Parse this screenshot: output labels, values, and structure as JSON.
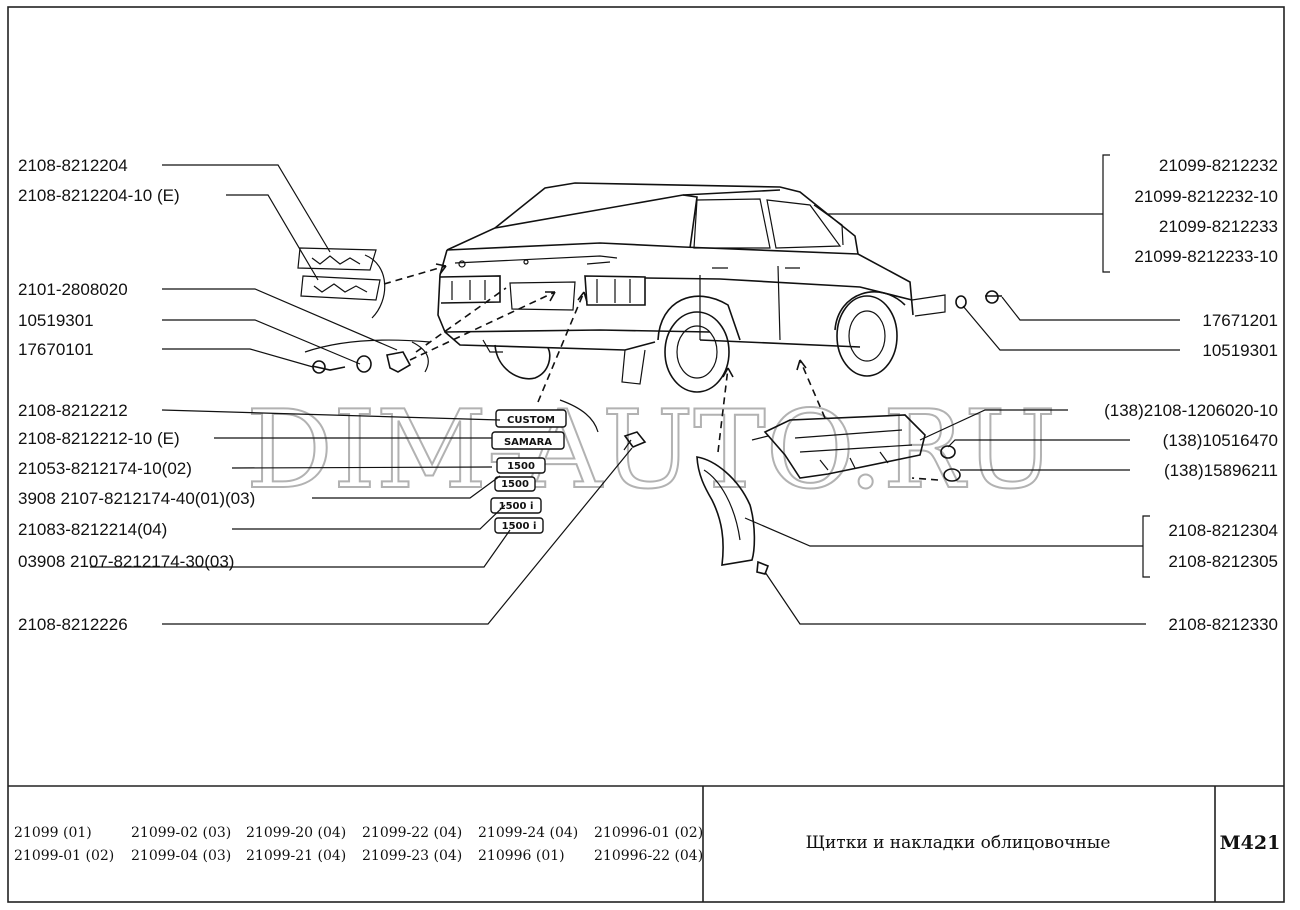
{
  "watermark": "DIM-AUTO.RU",
  "title": "Щитки и накладки облицовочные",
  "sheet_code": "M421",
  "left_labels": [
    {
      "id": "l1",
      "text": "2108-8212204"
    },
    {
      "id": "l2",
      "text": "2108-8212204-10 (E)"
    },
    {
      "id": "l3",
      "text": "2101-2808020"
    },
    {
      "id": "l4",
      "text": "10519301"
    },
    {
      "id": "l5",
      "text": "17670101"
    },
    {
      "id": "l6",
      "text": "2108-8212212"
    },
    {
      "id": "l7",
      "text": "2108-8212212-10 (E)"
    },
    {
      "id": "l8",
      "text": "21053-8212174-10(02)"
    },
    {
      "id": "l9",
      "text": "3908  2107-8212174-40(01)(03)"
    },
    {
      "id": "l10",
      "text": "21083-8212214(04)"
    },
    {
      "id": "l11",
      "text": "03908  2107-8212174-30(03)"
    },
    {
      "id": "l12",
      "text": "2108-8212226"
    }
  ],
  "right_labels": [
    {
      "id": "r1",
      "text": "21099-8212232"
    },
    {
      "id": "r2",
      "text": "21099-8212232-10"
    },
    {
      "id": "r3",
      "text": "21099-8212233"
    },
    {
      "id": "r4",
      "text": "21099-8212233-10"
    },
    {
      "id": "r5",
      "text": "17671201"
    },
    {
      "id": "r6",
      "text": "10519301"
    },
    {
      "id": "r7",
      "text": "(138)2108-1206020-10"
    },
    {
      "id": "r8",
      "text": "(138)10516470"
    },
    {
      "id": "r9",
      "text": "(138)15896211"
    },
    {
      "id": "r10",
      "text": "2108-8212304"
    },
    {
      "id": "r11",
      "text": "2108-8212305"
    },
    {
      "id": "r12",
      "text": "2108-8212330"
    }
  ],
  "badges": [
    "CUSTOM",
    "SAMARA",
    "1500",
    "1500",
    "1500 i",
    "1500 i"
  ],
  "models": [
    [
      "21099 (01)",
      "21099-02 (03)",
      "21099-20 (04)",
      "21099-22 (04)",
      "21099-24 (04)",
      "210996-01 (02)"
    ],
    [
      "21099-01 (02)",
      "21099-04 (03)",
      "21099-21 (04)",
      "21099-23 (04)",
      "210996 (01)",
      "210996-22 (04)"
    ]
  ]
}
